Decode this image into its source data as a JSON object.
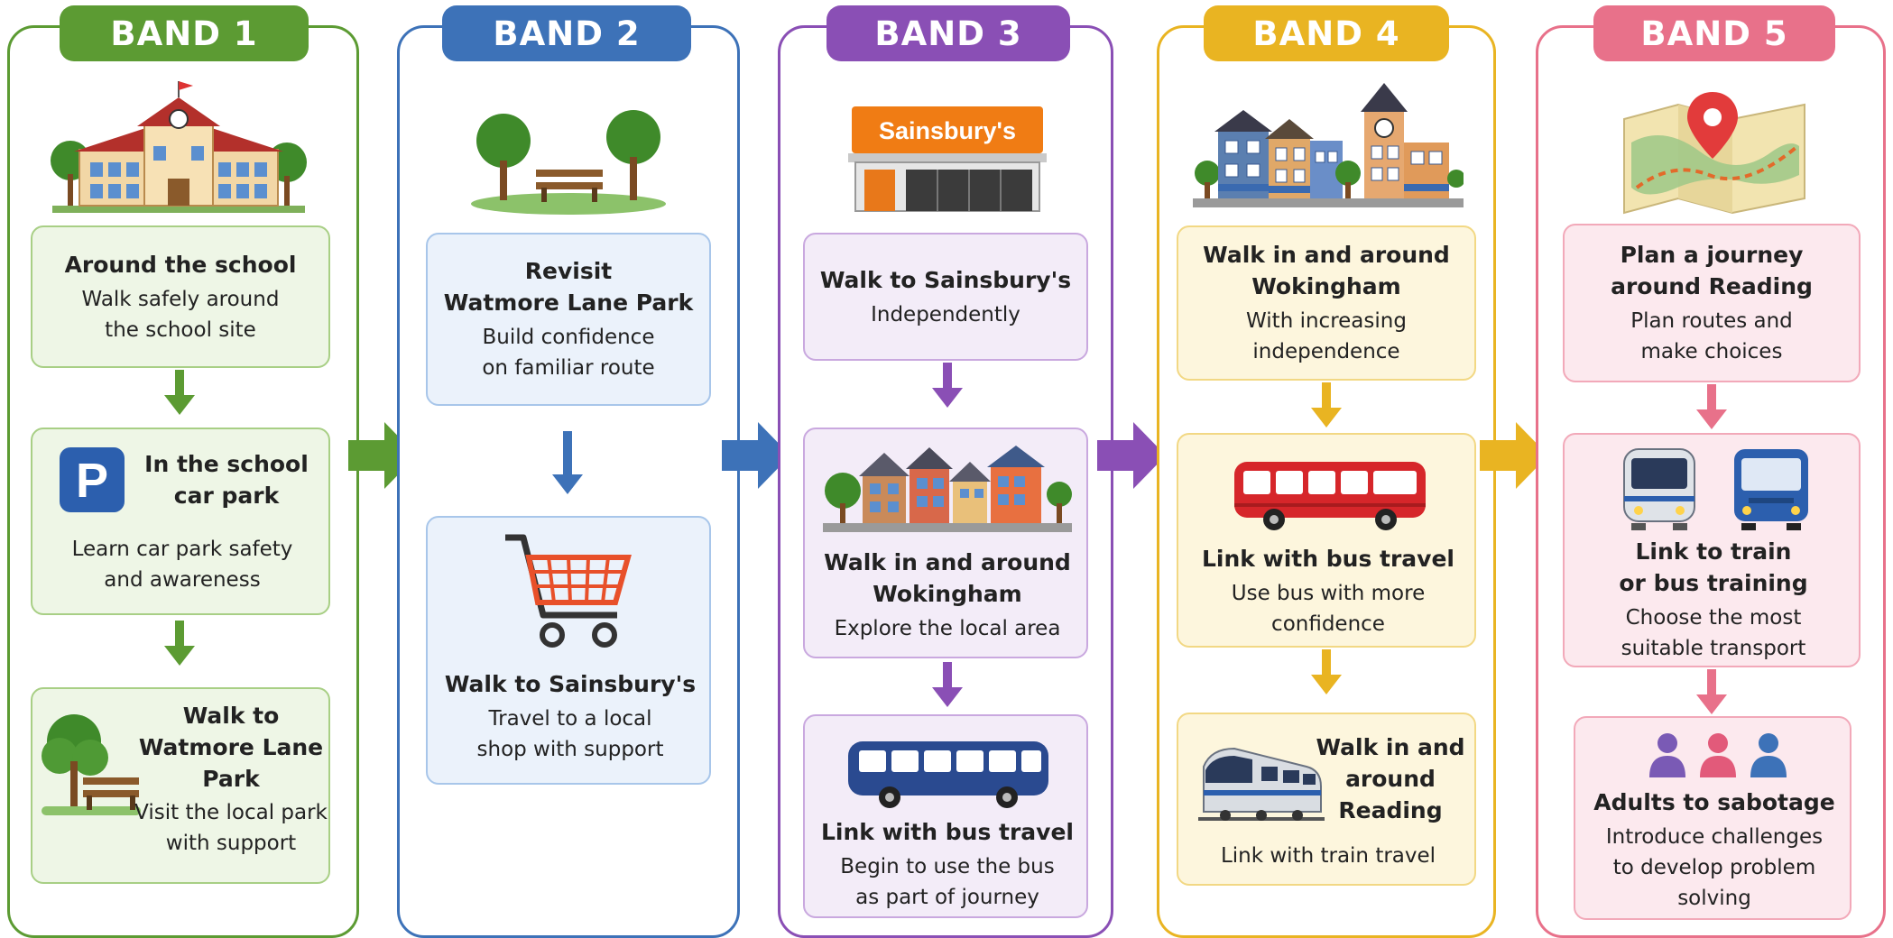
{
  "bands": [
    {
      "title": "BAND 1",
      "color": "#5c9b33",
      "fill": "#eef6e6",
      "cards": [
        {
          "title": "Around the school",
          "subtitle": "Walk safely around\nthe school site"
        },
        {
          "title": "In the school\ncar park",
          "subtitle": "Learn car park safety\nand awareness"
        },
        {
          "title": "Walk to\nWatmore Lane Park",
          "subtitle": "Visit the local park\nwith support"
        }
      ]
    },
    {
      "title": "BAND 2",
      "color": "#3d72b8",
      "fill": "#ebf2fb",
      "cards": [
        {
          "title": "Revisit\nWatmore Lane Park",
          "subtitle": "Build confidence\non familiar route"
        },
        {
          "title": "Walk to Sainsbury's",
          "subtitle": "Travel to a local\nshop with support"
        }
      ]
    },
    {
      "title": "BAND 3",
      "color": "#8a4fb5",
      "fill": "#f3ecf8",
      "cards": [
        {
          "title": "Walk to Sainsbury's",
          "subtitle": "Independently"
        },
        {
          "title": "Walk in and around\nWokingham",
          "subtitle": "Explore the local area"
        },
        {
          "title": "Link with bus travel",
          "subtitle": "Begin to use the bus\nas part of journey"
        }
      ]
    },
    {
      "title": "BAND 4",
      "color": "#e9b422",
      "fill": "#fdf6dd",
      "cards": [
        {
          "title": "Walk in and around\nWokingham",
          "subtitle": "With increasing\nindependence"
        },
        {
          "title": "Link with bus travel",
          "subtitle": "Use bus with more\nconfidence"
        },
        {
          "title": "Walk in and\naround\nReading",
          "subtitle": "Link with train travel"
        }
      ]
    },
    {
      "title": "BAND 5",
      "color": "#e8718a",
      "fill": "#fce9ee",
      "cards": [
        {
          "title": "Plan a journey\naround Reading",
          "subtitle": "Plan routes and\nmake choices"
        },
        {
          "title": "Link to train\nor bus training",
          "subtitle": "Choose the most\nsuitable transport"
        },
        {
          "title": "Adults to sabotage",
          "subtitle": "Introduce challenges\nto develop problem\nsolving"
        }
      ]
    }
  ],
  "icons": {
    "store_sign": "Sainsbury's",
    "parking_letter": "P"
  }
}
